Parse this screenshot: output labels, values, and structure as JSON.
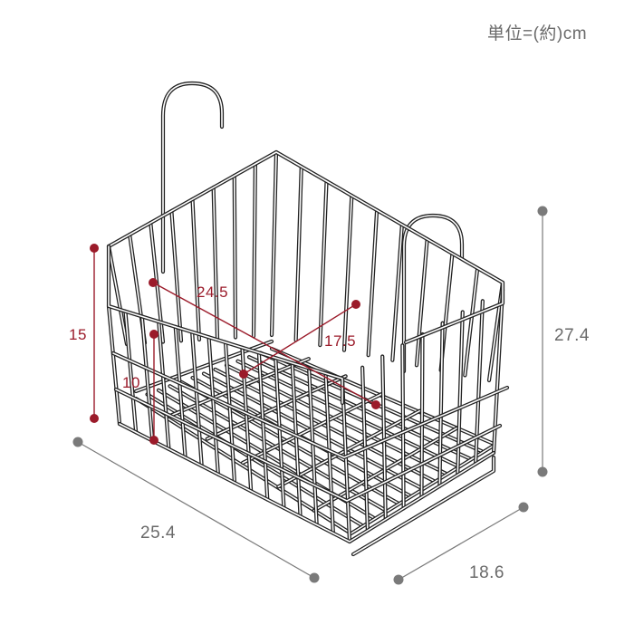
{
  "unit_label": "単位=(約)cm",
  "colors": {
    "wire": "#222222",
    "dim_gray": "#7a7a7a",
    "dim_red": "#9b1b2a"
  },
  "outer_dimensions": {
    "width": "25.4",
    "depth": "18.6",
    "height": "27.4"
  },
  "inner_dimensions": {
    "width": "24.5",
    "depth": "17.5",
    "height": "15",
    "inner_height": "10"
  }
}
